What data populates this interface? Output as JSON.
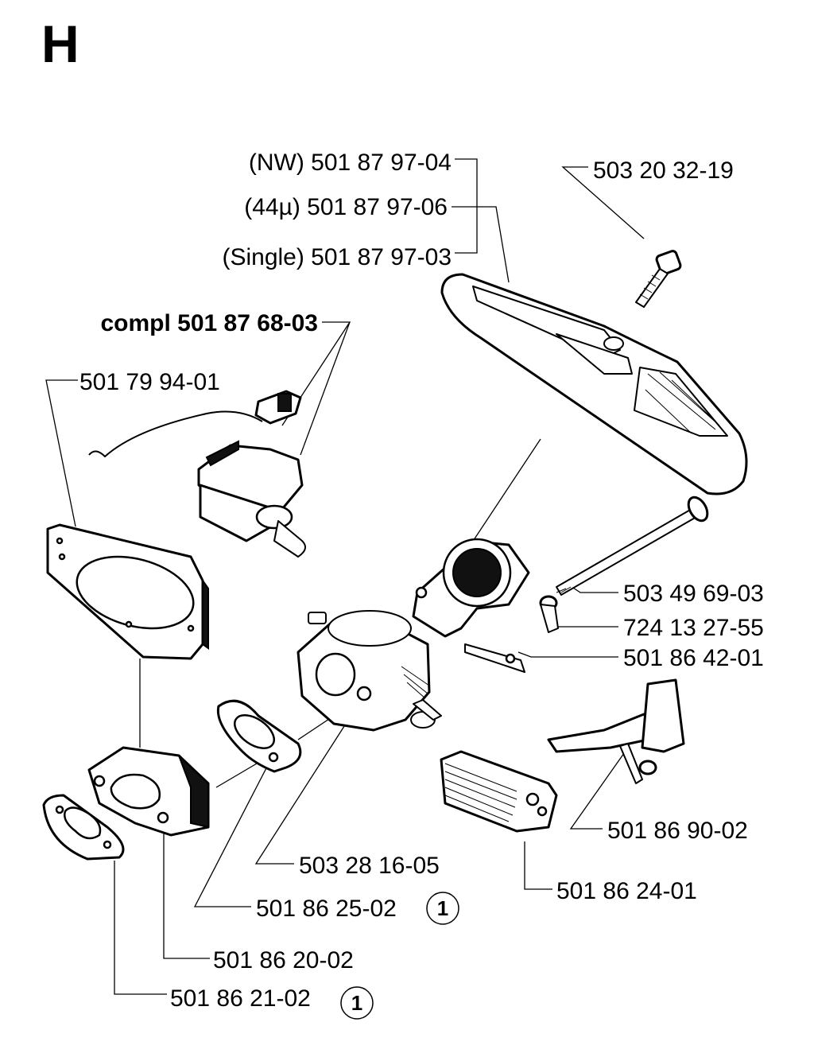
{
  "section": "H",
  "labels": {
    "air_filter_nw": "(NW) 501 87 97-04",
    "air_filter_44u": "(44µ) 501 87 97-06",
    "air_filter_single": "(Single) 501 87 97-03",
    "screw_top": "503 20 32-19",
    "choke_compl": "compl 501 87 68-03",
    "gasket_plate": "501 79 94-01",
    "long_bolt": "503 49 69-03",
    "small_screw": "724 13 27-55",
    "carb_holder": "501 86 42-01",
    "choke_lever": "501 86 90-02",
    "carburetor": "503 28 16-05",
    "carb_gasket": "501 86 25-02",
    "intake_block": "501 86 24-01",
    "intake_adapter": "501 86 20-02",
    "intake_gasket": "501 86 21-02"
  },
  "badges": {
    "carb_gasket": "1",
    "intake_gasket": "1"
  }
}
